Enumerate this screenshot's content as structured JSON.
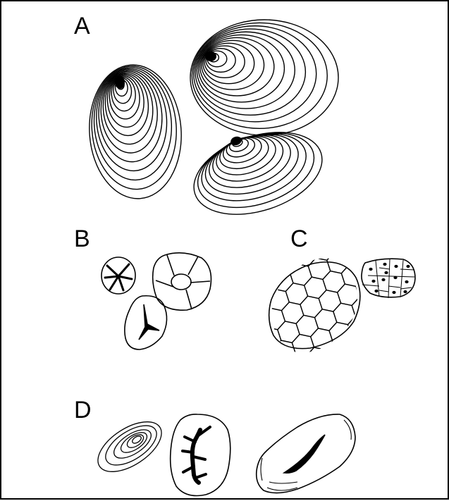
{
  "panels": {
    "a": "A",
    "b": "B",
    "c": "C",
    "d": "D"
  },
  "colors": {
    "ink": "#000000",
    "background": "#ffffff"
  }
}
